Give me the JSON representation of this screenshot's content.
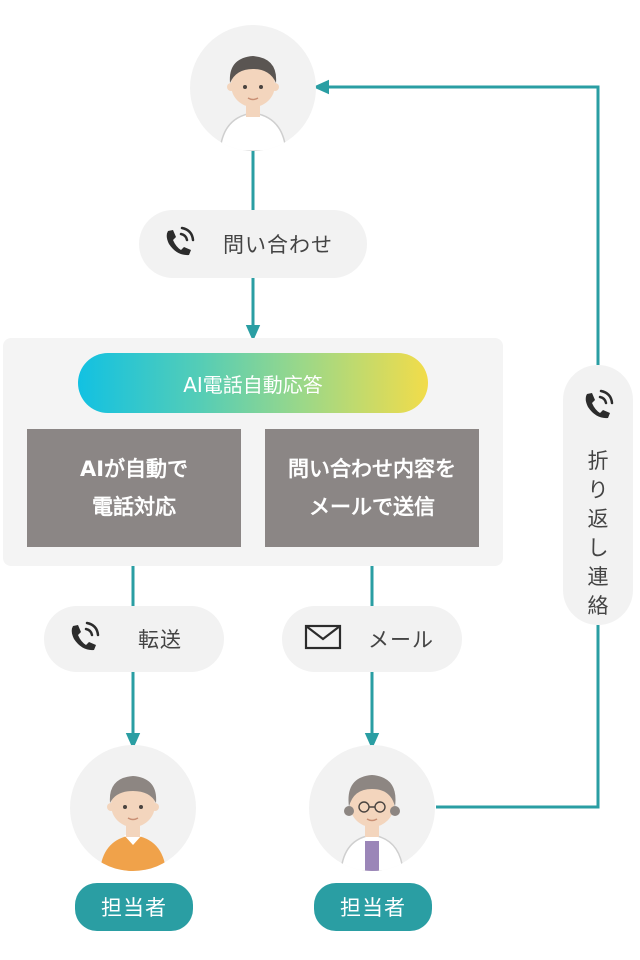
{
  "colors": {
    "line": "#2a9ea3",
    "node_bg": "#f2f2f2",
    "box_gray": "#8b8685",
    "badge": "#2a9ea3"
  },
  "inquiry": {
    "label": "問い合わせ",
    "icon": "phone-icon"
  },
  "ai_system": {
    "title": "AI電話自動応答",
    "box_left": {
      "line1": "AIが自動で",
      "line2": "電話対応"
    },
    "box_right": {
      "line1": "問い合わせ内容を",
      "line2": "メールで送信"
    }
  },
  "transfer": {
    "label": "転送",
    "icon": "phone-icon"
  },
  "mail": {
    "label": "メール",
    "icon": "envelope-icon"
  },
  "callback": {
    "label": [
      "折",
      "り",
      "返",
      "し",
      "連",
      "絡"
    ],
    "icon": "phone-icon"
  },
  "staff_left": {
    "label": "担当者"
  },
  "staff_right": {
    "label": "担当者"
  }
}
